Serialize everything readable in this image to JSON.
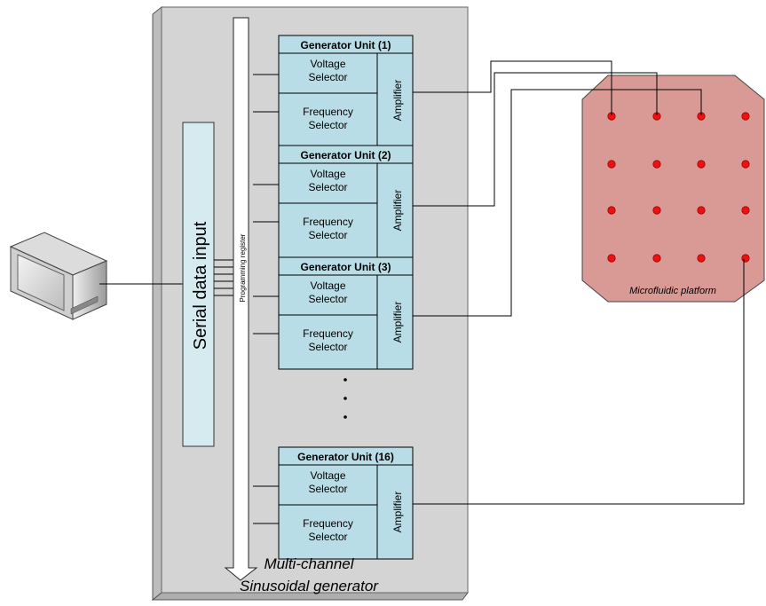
{
  "serial_input_label": "Serial data input",
  "register_label": "Programming register",
  "generator_units": [
    {
      "title": "Generator Unit (1)",
      "voltage": [
        "Voltage",
        "Selector"
      ],
      "frequency": [
        "Frequency",
        "Selector"
      ],
      "amplifier": "Amplifier"
    },
    {
      "title": "Generator Unit (2)",
      "voltage": [
        "Voltage",
        "Selector"
      ],
      "frequency": [
        "Frequency",
        "Selector"
      ],
      "amplifier": "Amplifier"
    },
    {
      "title": "Generator Unit (3)",
      "voltage": [
        "Voltage",
        "Selector"
      ],
      "frequency": [
        "Frequency",
        "Selector"
      ],
      "amplifier": "Amplifier"
    },
    {
      "title": "Generator Unit (16)",
      "voltage": [
        "Voltage",
        "Selector"
      ],
      "frequency": [
        "Frequency",
        "Selector"
      ],
      "amplifier": "Amplifier"
    }
  ],
  "ellipsis_dots": 3,
  "generator_caption": [
    "Multi-channel",
    "Sinusoidal generator"
  ],
  "platform_label": "Microfluidic platform",
  "electrode_grid": {
    "rows": 4,
    "cols": 4
  },
  "icons": [
    "computer-monitor-icon"
  ],
  "colors": {
    "panel": "#d4d4d4",
    "unit_box": "#b9dde6",
    "serial_box": "#d5ebef",
    "platform": "#d99a96",
    "electrode": "#ee1111"
  }
}
